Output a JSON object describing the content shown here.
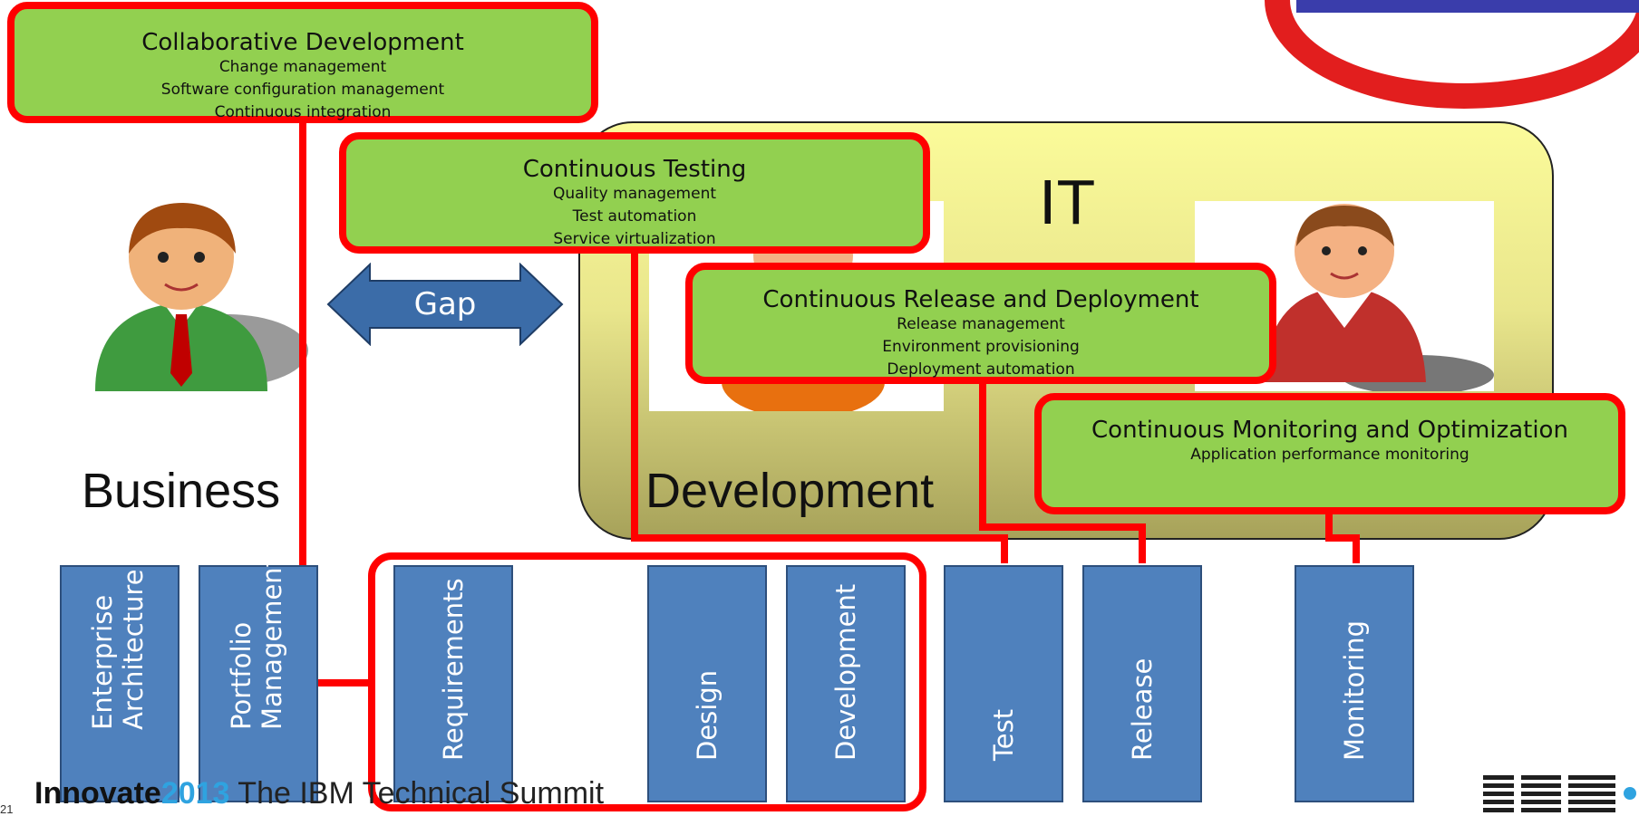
{
  "colors": {
    "capability_fill": "#92d050",
    "capability_border": "#ff0000",
    "stage_fill": "#4f81bd",
    "panel_top": "#fbfb9a",
    "panel_bottom": "#a7a25a",
    "gap_arrow": "#3b6ca8"
  },
  "panel": {
    "title": "IT"
  },
  "labels": {
    "business": "Business",
    "development": "Development",
    "gap": "Gap"
  },
  "capabilities": [
    {
      "title": "Collaborative Development",
      "items": [
        "Change management",
        "Software configuration management",
        "Continuous integration"
      ]
    },
    {
      "title": "Continuous Testing",
      "items": [
        "Quality management",
        "Test automation",
        "Service virtualization"
      ]
    },
    {
      "title": "Continuous Release and Deployment",
      "items": [
        "Release management",
        "Environment provisioning",
        "Deployment automation"
      ]
    },
    {
      "title": "Continuous Monitoring and Optimization",
      "items": [
        "Application performance monitoring"
      ]
    }
  ],
  "stages": [
    "Enterprise\nArchitecture",
    "Portfolio\nManagement",
    "Requirements",
    "Design",
    "Development",
    "Test",
    "Release",
    "Monitoring"
  ],
  "footer": {
    "brand": "Innovate",
    "year": "2013",
    "tagline": "The IBM Technical Summit",
    "page": "21"
  },
  "icons": {
    "business_person": "person-icon",
    "developer": "person-icon",
    "operations": "person-icon",
    "ibm_logo": "ibm-logo-icon"
  }
}
